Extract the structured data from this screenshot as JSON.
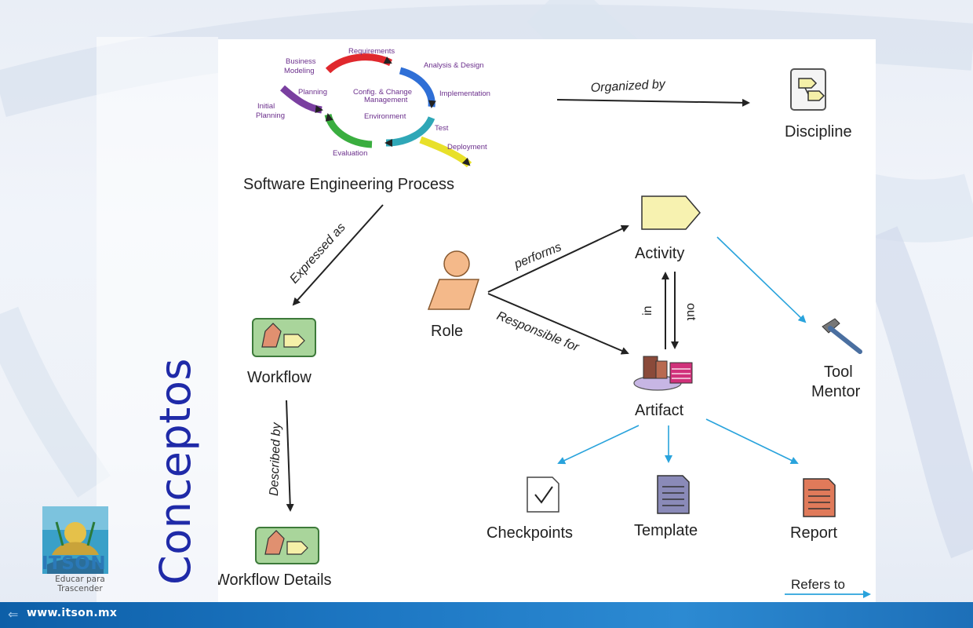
{
  "slide_title": "Conceptos",
  "footer": {
    "url": "www.itson.mx"
  },
  "logo": {
    "name": "ITSON",
    "slogan_line1": "Educar para",
    "slogan_line2": "Trascender"
  },
  "diagram": {
    "process": {
      "label": "Software Engineering Process",
      "cycle_labels": {
        "requirements": "Requirements",
        "analysis_design": "Analysis & Design",
        "implementation": "Implementation",
        "test": "Test",
        "deployment": "Deployment",
        "evaluation": "Evaluation",
        "planning": "Planning",
        "business_modeling_1": "Business",
        "business_modeling_2": "Modeling",
        "initial_planning_1": "Initial",
        "initial_planning_2": "Planning",
        "center_1": "Config. & Change",
        "center_2": "Management",
        "center_3": "Environment"
      }
    },
    "nodes": {
      "discipline": "Discipline",
      "activity": "Activity",
      "role": "Role",
      "workflow": "Workflow",
      "workflow_details": "Workflow Details",
      "artifact": "Artifact",
      "tool_mentor_1": "Tool",
      "tool_mentor_2": "Mentor",
      "checkpoints": "Checkpoints",
      "template": "Template",
      "report": "Report"
    },
    "edges": {
      "organized_by": "Organized by",
      "expressed_as": "Expressed as",
      "performs": "performs",
      "responsible_for": "Responsible for",
      "in": "in",
      "out": "out",
      "described_by": "Described by",
      "refers_to": "Refers to"
    },
    "colors": {
      "refers_arrow": "#29a3dc",
      "title": "#1f2aa8",
      "footer": "#1e78c4",
      "cycle": [
        "#e0282d",
        "#2f6fd6",
        "#2fa7b7",
        "#e8e02a",
        "#3aae3f",
        "#7a3fa0"
      ]
    }
  }
}
